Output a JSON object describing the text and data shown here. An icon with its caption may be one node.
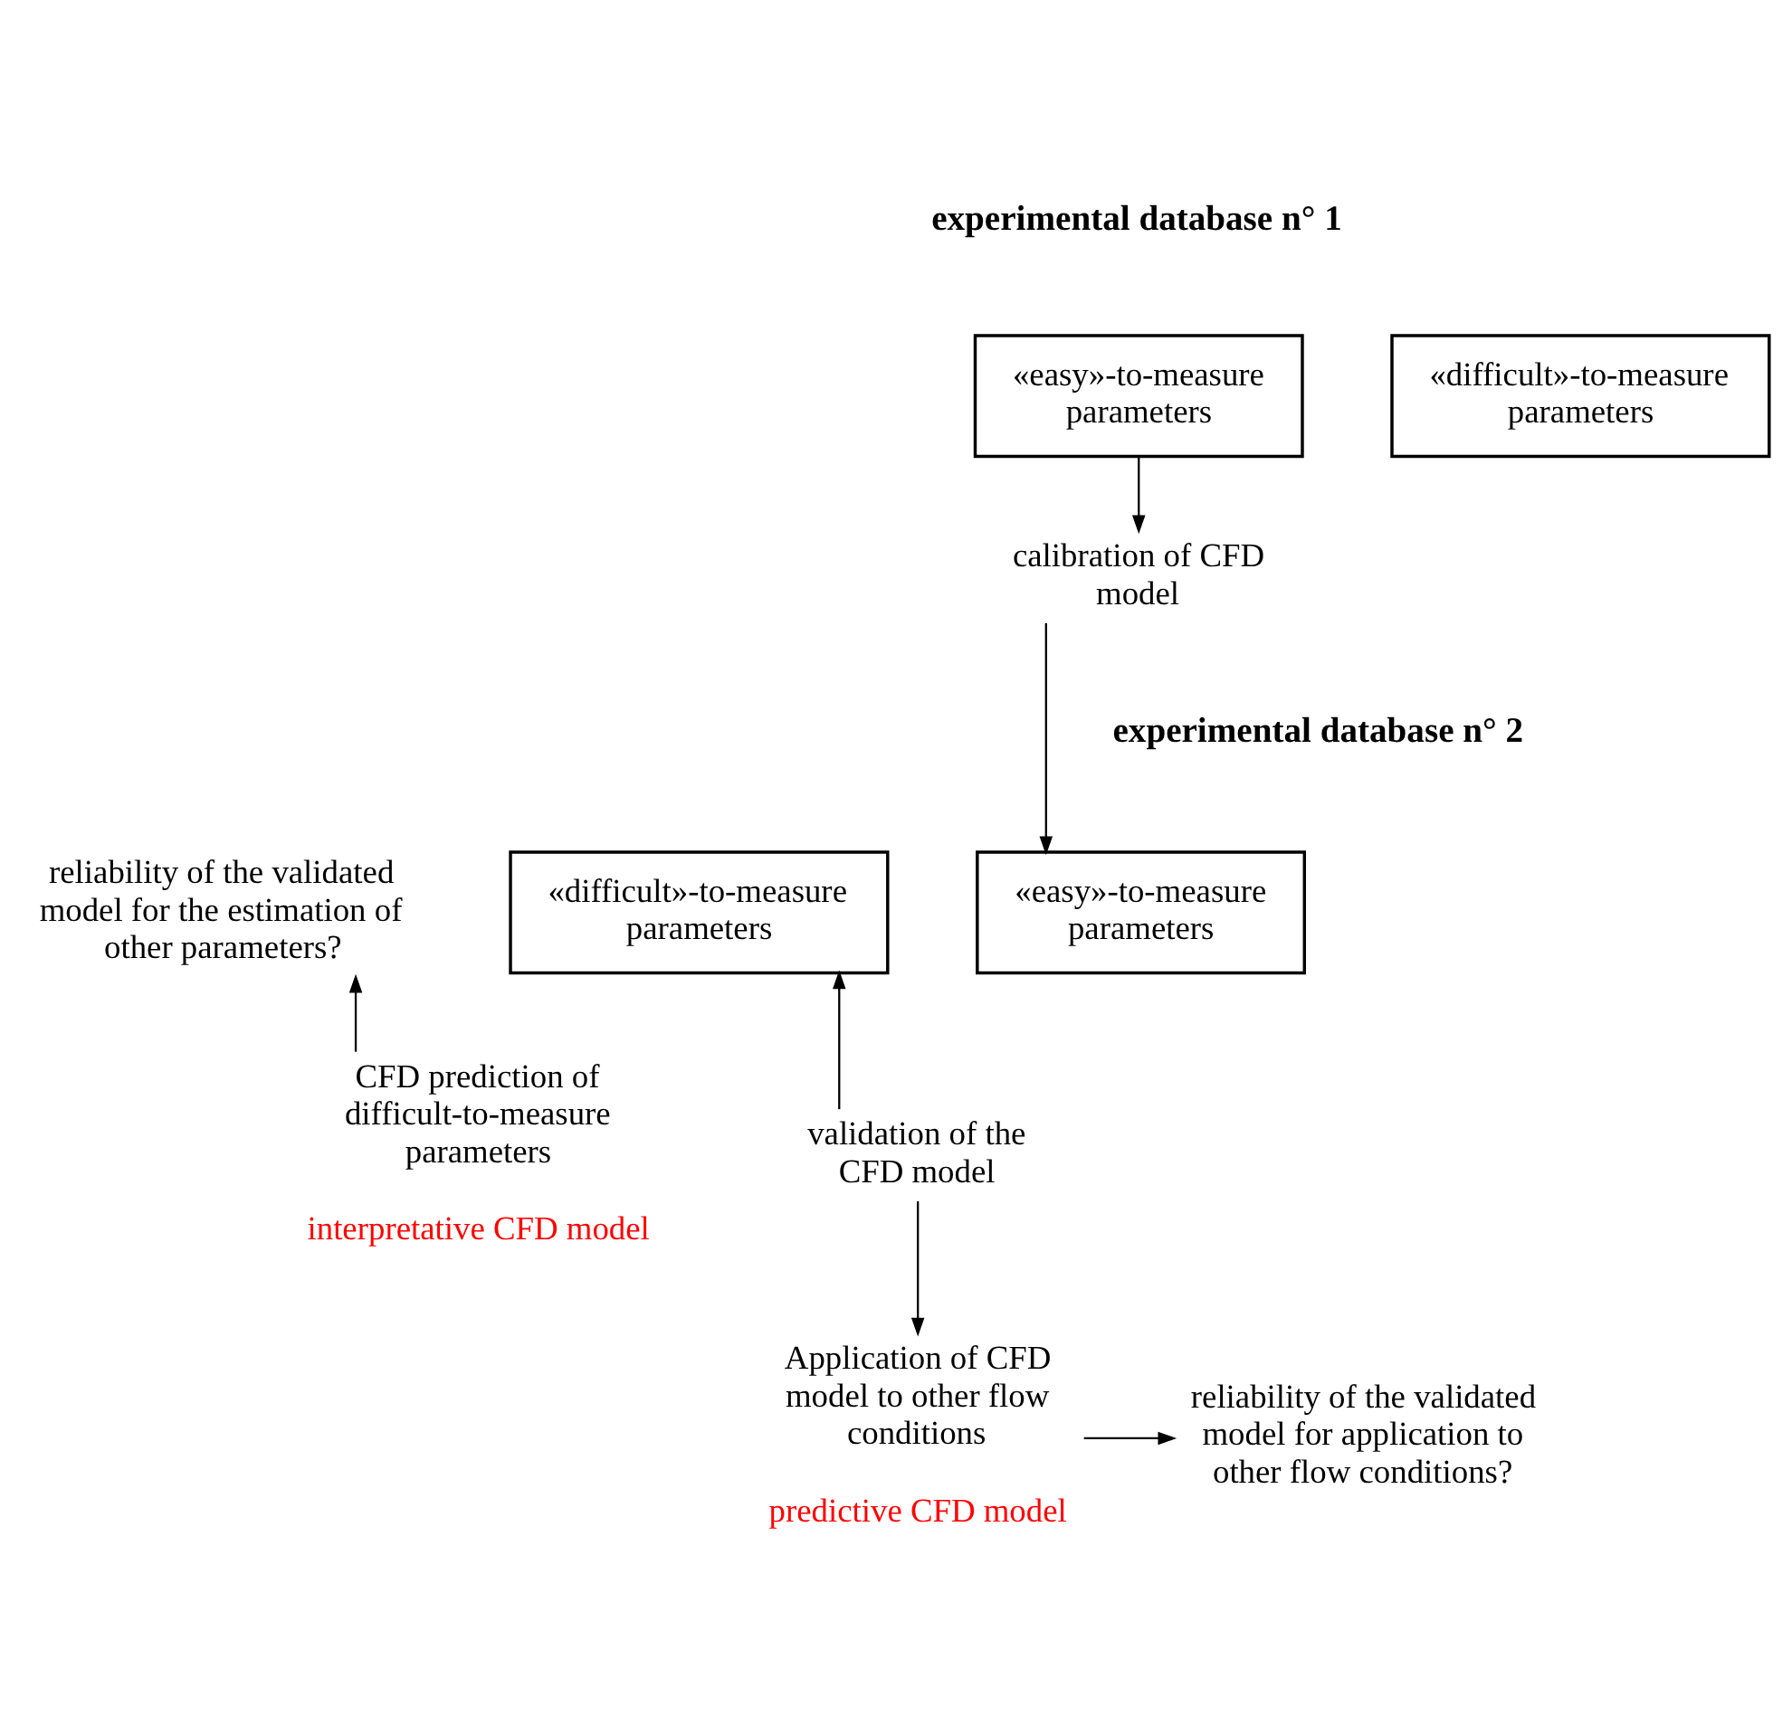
{
  "diagram": {
    "nodes": [
      {
        "text": [
          "«easy»-to-measure parameters"
        ]
      },
      {
        "text": [
          "«difficult»-to-measure parameters"
        ]
      },
      {
        "text": [
          "calibration of CFD model"
        ]
      },
      {
        "text": [
          "«easy»-to-measure parameters"
        ]
      },
      {
        "text": [
          "«difficult»-to-measure parameters"
        ]
      },
      {
        "text": [
          "reliability of the validated model for the estimation of other parameters?"
        ]
      },
      {
        "text": [
          "validation of the CFD model"
        ]
      },
      {
        "text": [
          "CFD prediction of difficult-to-measure parameters"
        ],
        "beside": [
          "interpretative CFD model"
        ]
      },
      {
        "text": [
          "Application of CFD model to other flow conditions"
        ],
        "beside": [
          "predictive CFD model"
        ]
      },
      {
        "text": [
          "reliability of the validated model for application to other flow conditions?"
        ]
      }
    ],
    "edges": [
      {
        "from": 0,
        "to": 2,
        "arrow": "to"
      },
      {
        "from": 2,
        "to": 3,
        "arrow": "to"
      },
      {
        "from": 6,
        "to": 4,
        "arrow": "to"
      },
      {
        "from": 7,
        "to": 5,
        "arrow": "to"
      },
      {
        "from": 6,
        "to": 8,
        "arrow": "to"
      },
      {
        "from": 8,
        "to": 9,
        "arrow": "to"
      }
    ],
    "labels": [
      "experimental database n° 1",
      "experimental database n° 2"
    ]
  }
}
